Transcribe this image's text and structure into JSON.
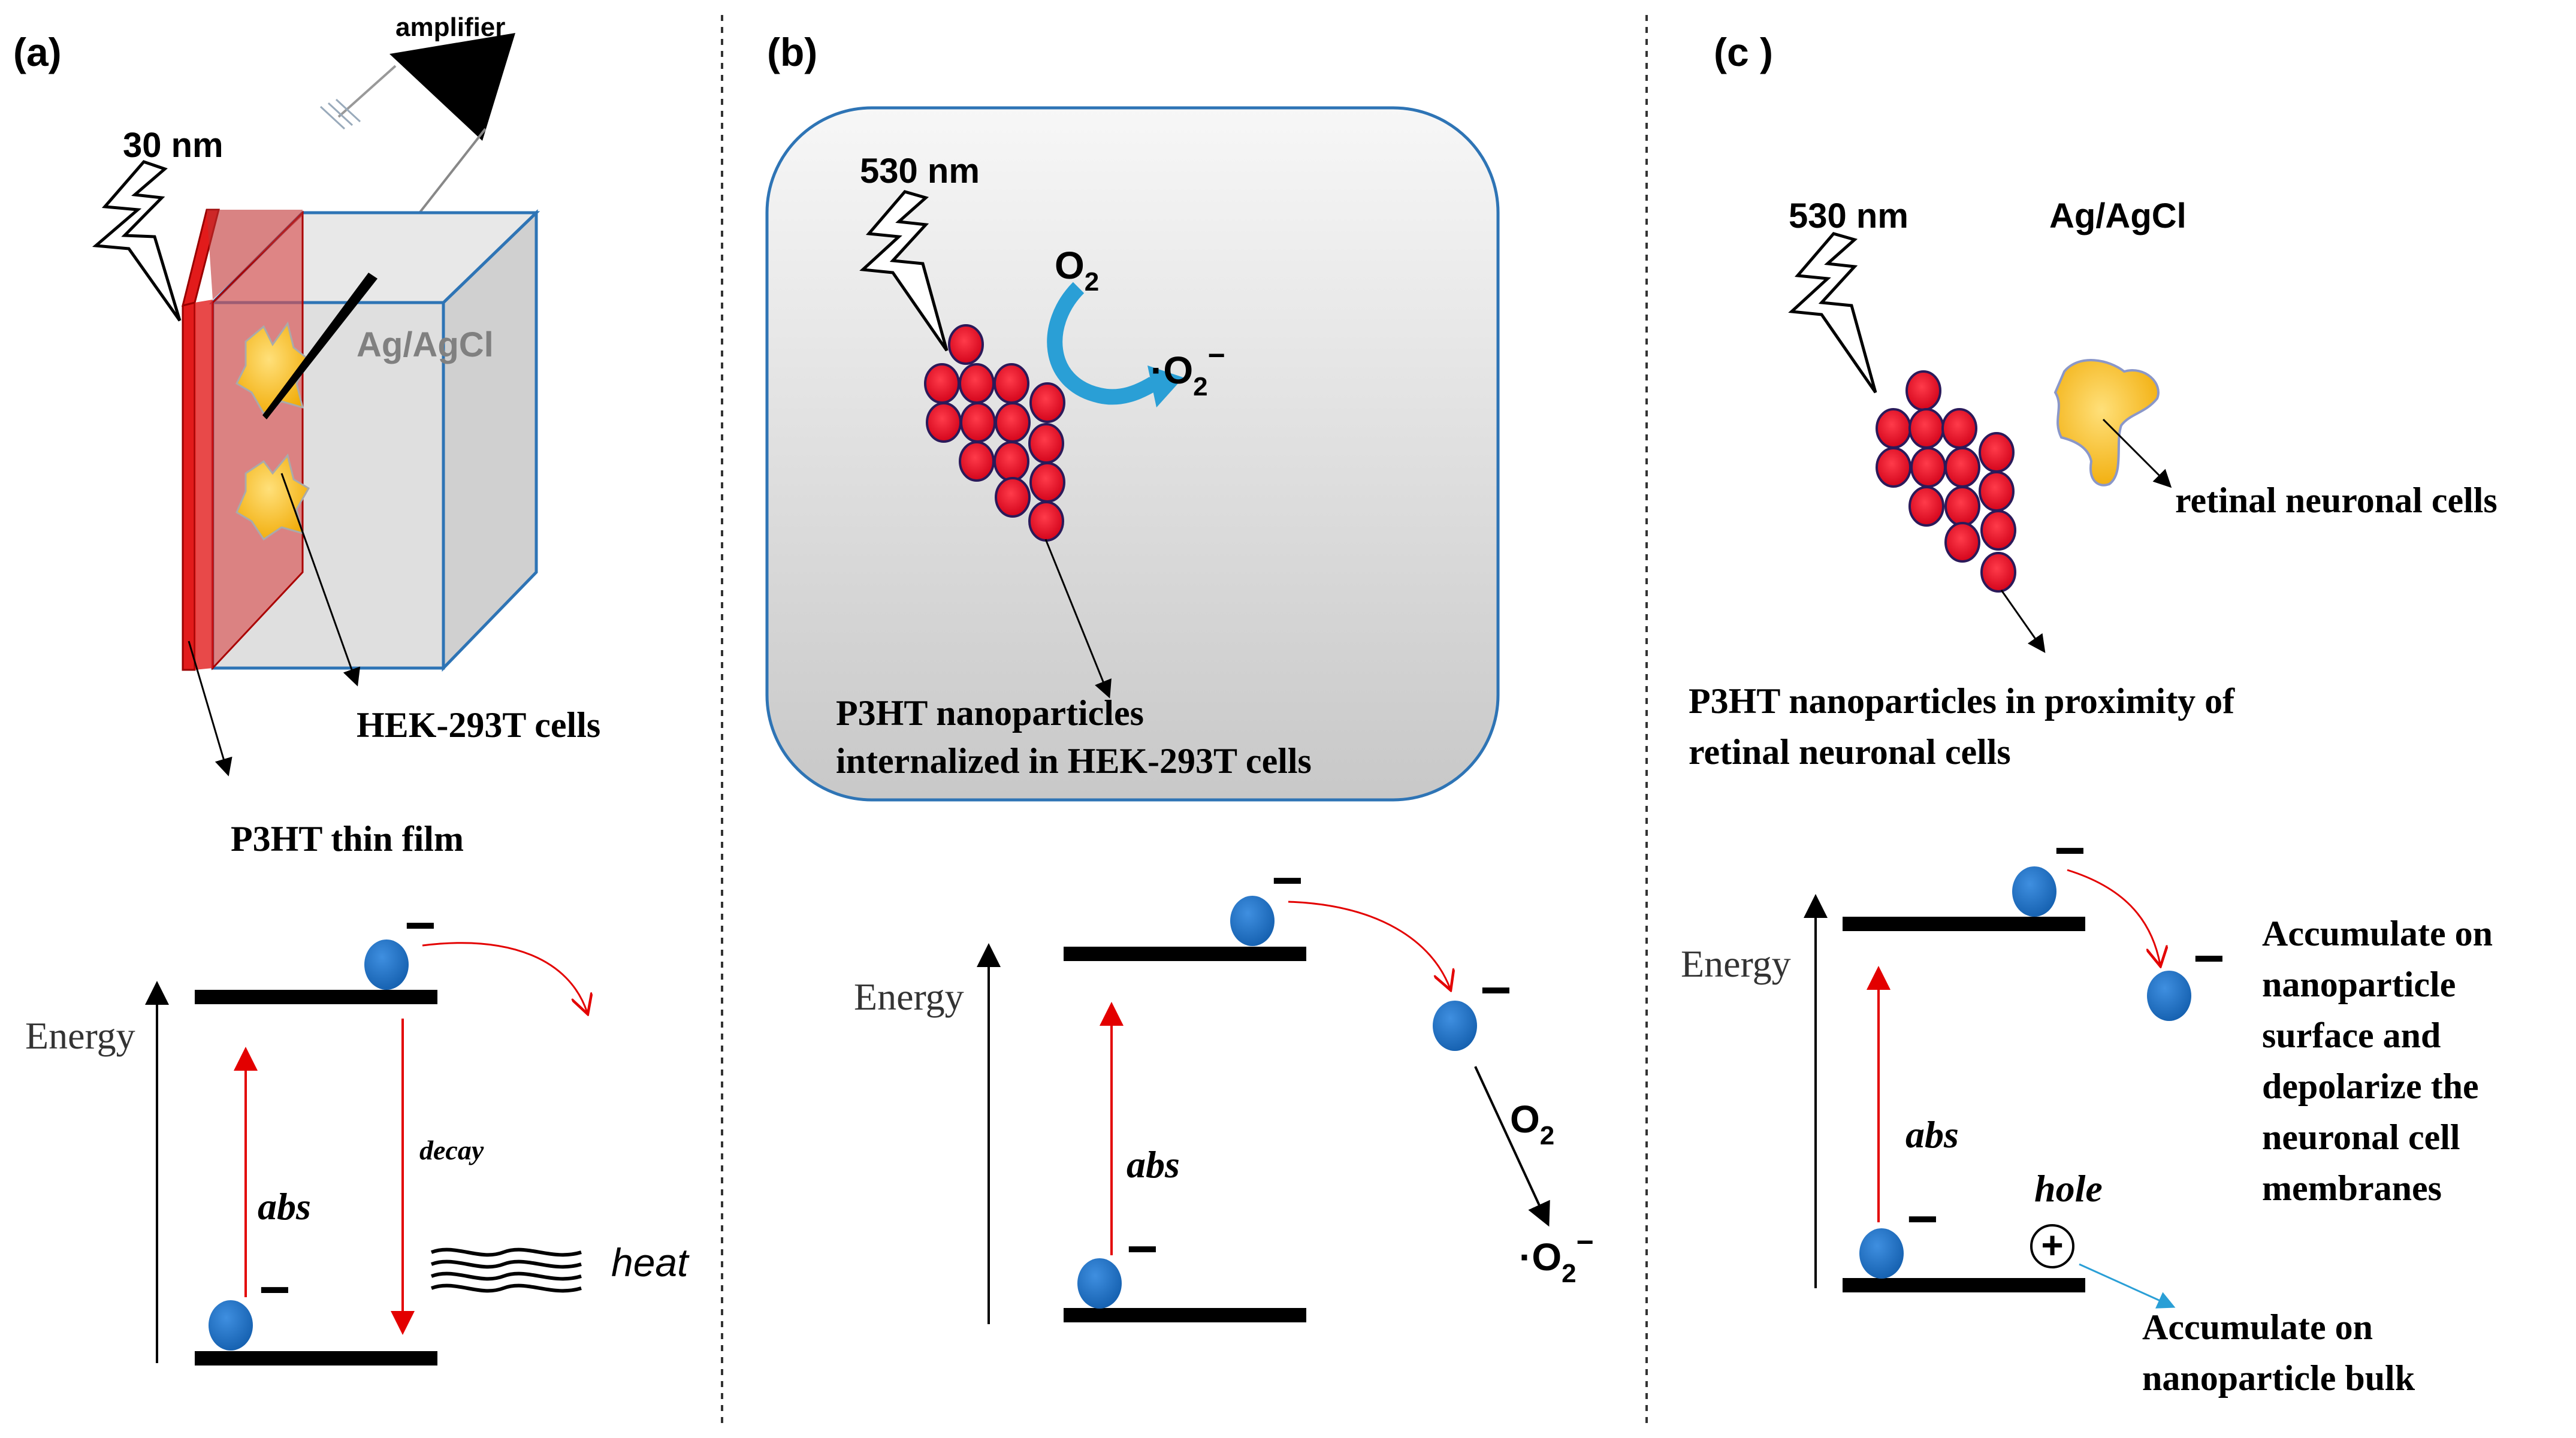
{
  "panels": {
    "a": {
      "label": "(a)",
      "amplifier": "amplifier",
      "wavelength": "30 nm",
      "electrode": "Ag/AgCl",
      "cells": "HEK-293T cells",
      "film": "P3HT thin film",
      "energy": "Energy",
      "abs": "abs",
      "decay": "decay",
      "heat": "heat",
      "electron_sign": "−"
    },
    "b": {
      "label": "(b)",
      "wavelength": "530 nm",
      "o2": "O",
      "o2_sub": "2",
      "superoxide": "·O",
      "superoxide_sub": "2",
      "superoxide_sup": "−",
      "np_line1": "P3HT nanoparticles",
      "np_line2": "internalized in HEK-293T cells",
      "energy": "Energy",
      "abs": "abs",
      "electron_sign": "−"
    },
    "c": {
      "label": "(c )",
      "wavelength": "530 nm",
      "electrode": "Ag/AgCl",
      "retinal": "retinal neuronal cells",
      "np_line1": "P3HT nanoparticles in proximity of",
      "np_line2": "retinal neuronal cells",
      "energy": "Energy",
      "abs": "abs",
      "hole": "hole",
      "plus": "+",
      "electron_sign": "−",
      "accumulate_surface": [
        "Accumulate on",
        "nanoparticle",
        "surface and",
        "depolarize the",
        "neuronal cell",
        "membranes"
      ],
      "accumulate_bulk": [
        "Accumulate on",
        "nanoparticle bulk"
      ]
    }
  },
  "colors": {
    "electron": "#1d6fc0",
    "nanoparticle": "#e8001c",
    "film": "#e21b1b",
    "cell": "#f5b800",
    "arrow_red": "#e30000",
    "arrow_blue": "#2a9fd6"
  }
}
